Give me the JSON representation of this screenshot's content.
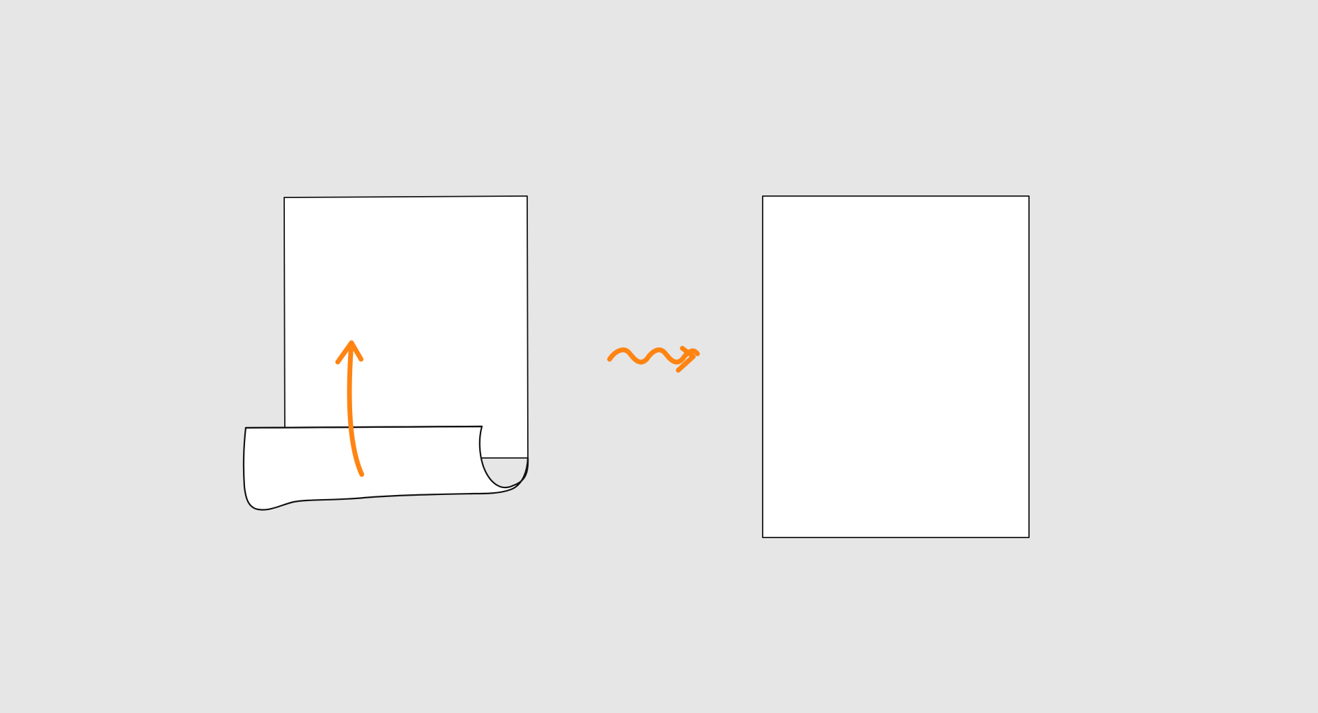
{
  "diagram": {
    "nodes": [
      {
        "id": "rolled-sheet",
        "shape": "page-with-bottom-curl"
      },
      {
        "id": "flat-sheet",
        "shape": "page"
      }
    ],
    "edges": [
      {
        "from": "rolled-sheet",
        "to": "flat-sheet",
        "style": "wavy-arrow"
      }
    ],
    "annotations": [
      {
        "target": "rolled-sheet",
        "style": "upward-arrow"
      }
    ]
  },
  "colors": {
    "background": "#e6e6e6",
    "sheet_fill": "#ffffff",
    "outline": "#111111",
    "accent": "#ff8412"
  }
}
